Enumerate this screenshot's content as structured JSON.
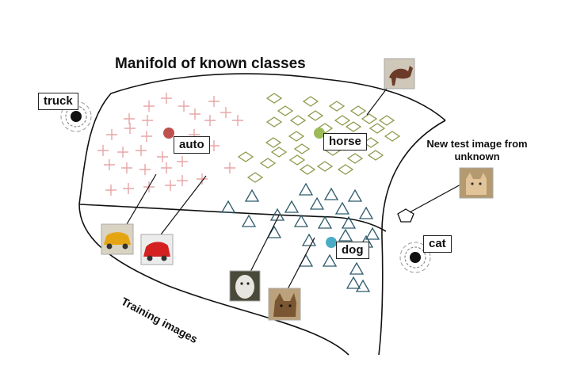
{
  "diagram": {
    "title": "Manifold of known classes",
    "annotation": "New test image from unknown",
    "training_caption": "Training images",
    "labels": {
      "truck": "truck",
      "auto": "auto",
      "horse": "horse",
      "dog": "dog",
      "cat": "cat"
    },
    "colors": {
      "auto_marker": "#e8a6a6",
      "auto_center": "#c0504d",
      "horse_marker": "#8a9a4a",
      "horse_center": "#9bbb59",
      "dog_marker": "#2e5a6b",
      "dog_center": "#4bacc6",
      "outline": "#111111"
    },
    "icons": [
      "plus-icon",
      "diamond-icon",
      "triangle-icon",
      "pentagon-icon",
      "target-dot-icon"
    ]
  }
}
